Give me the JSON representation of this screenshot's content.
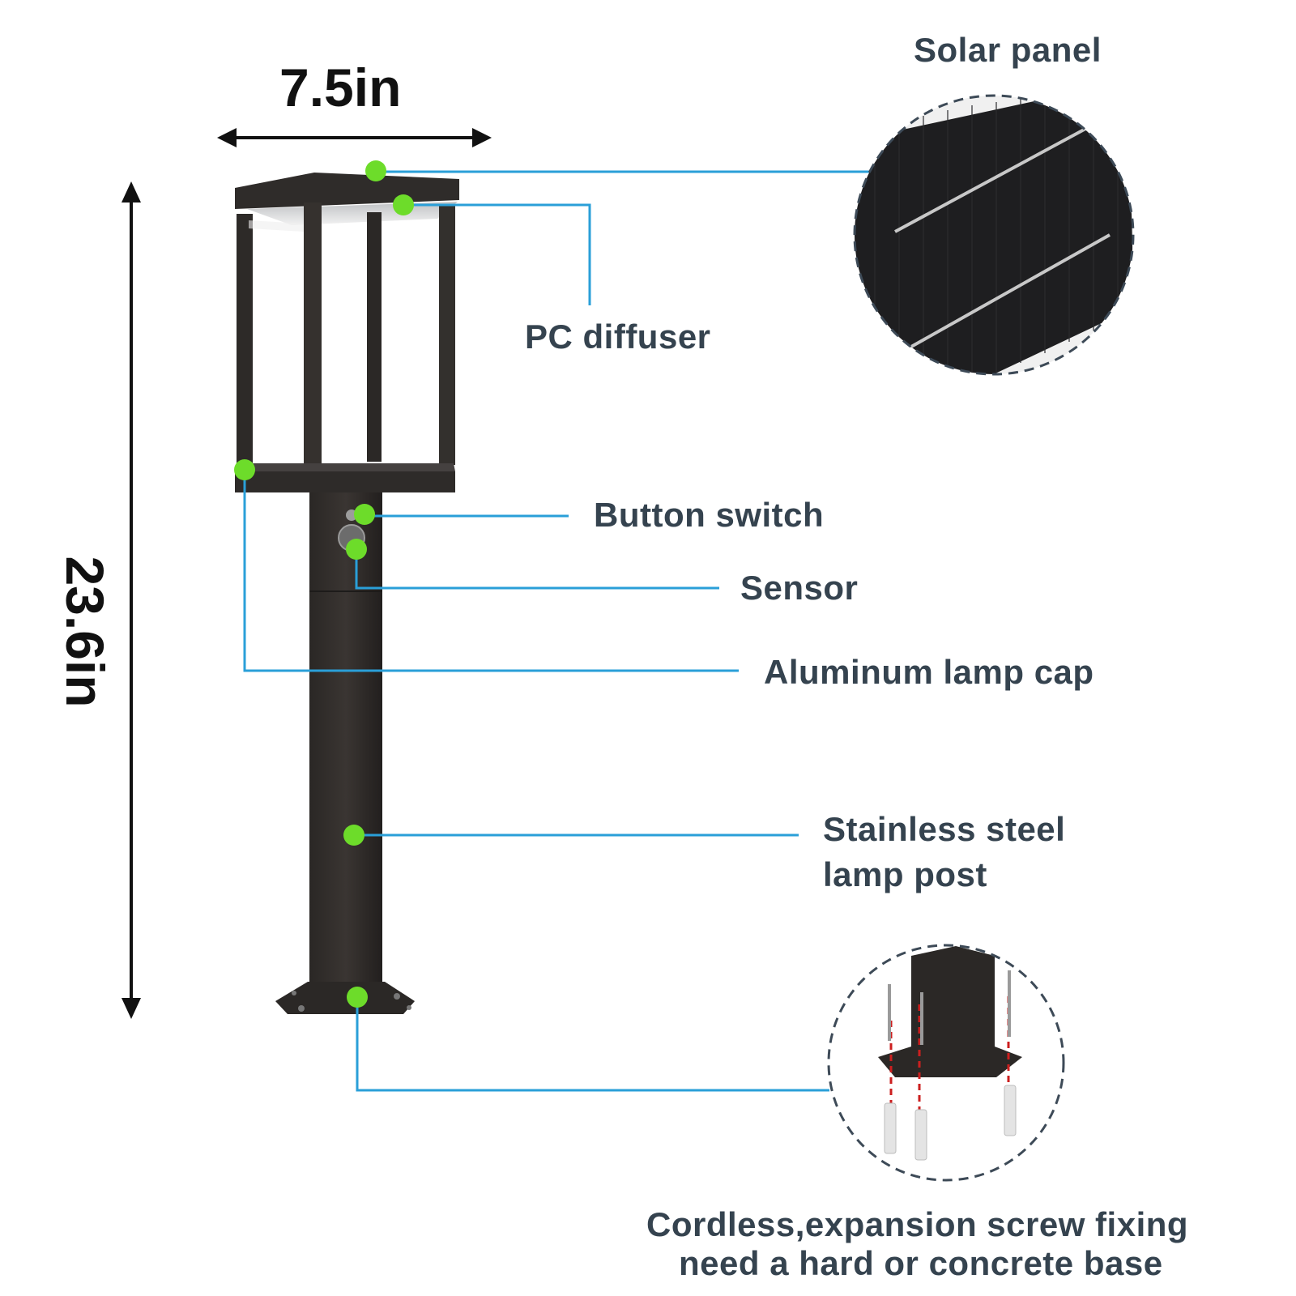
{
  "dimensions": {
    "width": "7.5in",
    "height": "23.6in"
  },
  "labels": {
    "solar_panel": "Solar panel",
    "pc_diffuser": "PC diffuser",
    "button_switch": "Button switch",
    "sensor": "Sensor",
    "lamp_cap": "Aluminum lamp cap",
    "lamp_post_line1": "Stainless steel",
    "lamp_post_line2": "lamp post",
    "note_line1": "Cordless,expansion screw fixing",
    "note_line2": "need a hard or concrete base"
  },
  "colors": {
    "callout_line": "#2a9fd8",
    "marker": "#6ddc2a",
    "label_text": "#35434f",
    "lamp_body": "#2e2b29",
    "dimension_text": "#111111"
  }
}
